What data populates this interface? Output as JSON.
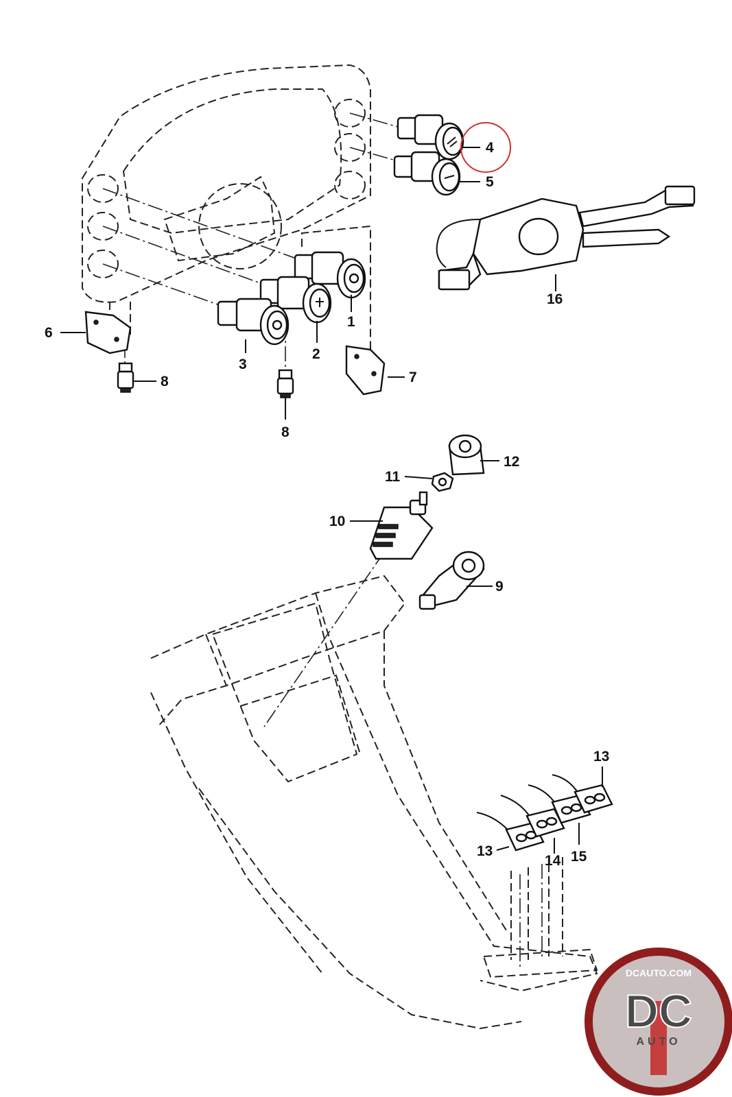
{
  "callouts": {
    "c1": "1",
    "c2": "2",
    "c3": "3",
    "c4": "4",
    "c5": "5",
    "c6": "6",
    "c7": "7",
    "c8a": "8",
    "c8b": "8",
    "c9": "9",
    "c10": "10",
    "c11": "11",
    "c12": "12",
    "c13a": "13",
    "c13b": "13",
    "c14": "14",
    "c15": "15",
    "c16": "16"
  },
  "highlight": {
    "callout": "4",
    "color": "#d32f2f"
  },
  "logo": {
    "domain": "DCAUTO.COM",
    "letters": "DC",
    "sub": "AUTO",
    "colors": {
      "ring": "#8f1d1d",
      "disc": "#c9bfbf",
      "text": "#4a4a4a",
      "accent": "#c62828"
    }
  }
}
